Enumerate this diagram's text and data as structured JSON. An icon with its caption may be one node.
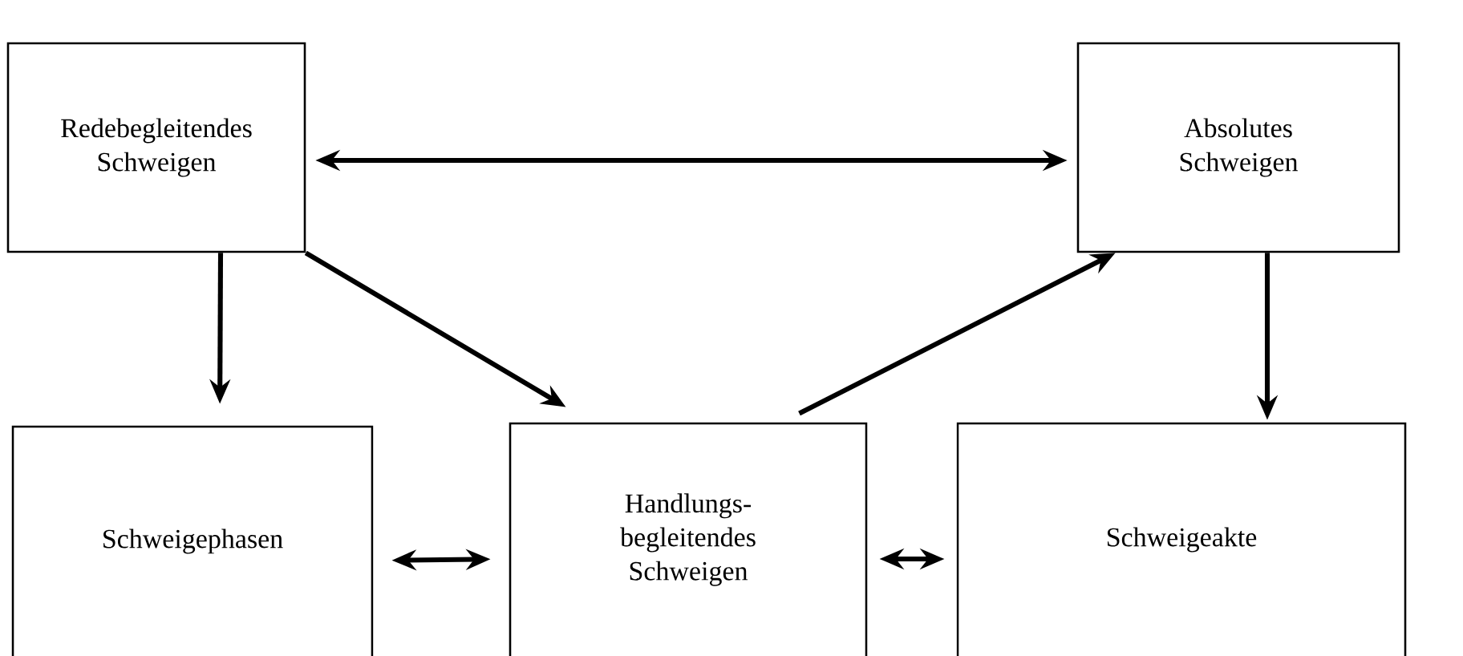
{
  "diagram": {
    "nodes": [
      {
        "text": [
          "Redebegleitendes Schweigen"
        ]
      },
      {
        "text": [
          "Absolutes Schweigen"
        ]
      },
      {
        "text": [
          "Schweigephasen"
        ]
      },
      {
        "text": [
          "Handlungs- begleitendes Schweigen"
        ]
      },
      {
        "text": [
          "Schweigeakte"
        ]
      }
    ],
    "edges": [
      {
        "from": 0,
        "to": 1,
        "arrow": "both"
      },
      {
        "from": 0,
        "to": 2,
        "arrow": "to"
      },
      {
        "from": 0,
        "to": 3,
        "arrow": "to"
      },
      {
        "from": 3,
        "to": 1,
        "arrow": "to"
      },
      {
        "from": 1,
        "to": 4,
        "arrow": "to"
      },
      {
        "from": 2,
        "to": 3,
        "arrow": "both"
      },
      {
        "from": 3,
        "to": 4,
        "arrow": "both"
      }
    ]
  }
}
